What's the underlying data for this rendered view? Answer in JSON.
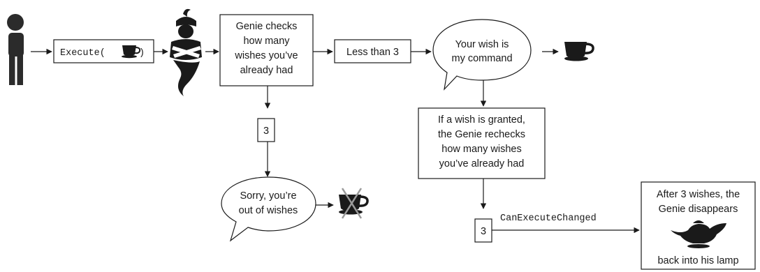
{
  "execute": {
    "label_prefix": "Execute(",
    "label_suffix": ")"
  },
  "genie_check": {
    "lines": [
      "Genie checks",
      "how many",
      "wishes you’ve",
      "already had"
    ]
  },
  "less_than": {
    "label": "Less than 3"
  },
  "wish_bubble": {
    "lines": [
      "Your wish is",
      "my command"
    ]
  },
  "count_top": {
    "label": "3"
  },
  "sorry_bubble": {
    "lines": [
      "Sorry, you’re",
      "out of wishes"
    ]
  },
  "recheck": {
    "lines": [
      "If a wish is granted,",
      "the Genie rechecks",
      "how many wishes",
      "you’ve already had"
    ]
  },
  "count_bottom": {
    "label": "3"
  },
  "can_execute": {
    "label": "CanExecuteChanged"
  },
  "disappear": {
    "top_lines": [
      "After 3 wishes, the",
      "Genie disappears"
    ],
    "bottom_line": "back into his lamp"
  },
  "icons": [
    "person-icon",
    "teacup-icon",
    "genie-icon",
    "crossed-teacup-icon",
    "lamp-icon"
  ],
  "colors": {
    "ink": "#1a1a1a",
    "cross": "#9a9a9a"
  }
}
